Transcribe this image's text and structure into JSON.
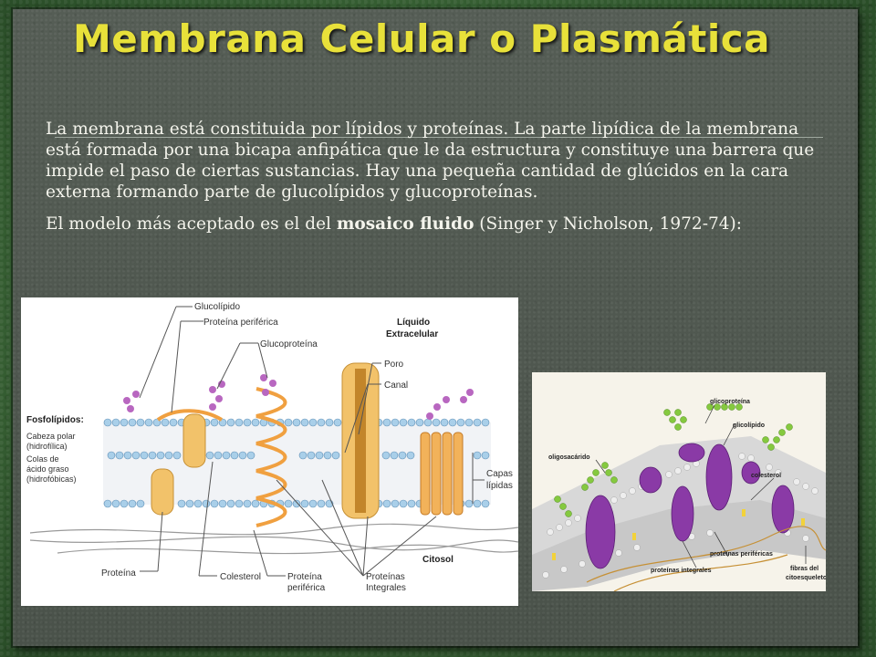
{
  "title": "Membrana Celular o Plasmática",
  "paragraph1": "La membrana está constituida por lípidos y proteínas. La parte lipídica de la membrana está formada por una bicapa anfipática que le da estructura y constituye una barrera que impide el paso de ciertas sustancias. Hay una pequeña cantidad de glúcidos en la cara externa formando parte de glucolípidos y glucoproteínas.",
  "paragraph2": {
    "before": "El modelo más aceptado es el del ",
    "bold": "mosaico fluido",
    "after": " (Singer y Nicholson, 1972-74):"
  },
  "figure1": {
    "labels": {
      "glucolipido": "Glucolípido",
      "proteina_periferica_top": "Proteína periférica",
      "glucoproteina": "Glucoproteína",
      "liquido_1": "Líquido",
      "liquido_2": "Extracelular",
      "poro": "Poro",
      "canal": "Canal",
      "fosfolipidos": "Fosfolípidos:",
      "cabeza_1": "Cabeza polar",
      "cabeza_2": "(hidrofílica)",
      "colas_1": "Colas de",
      "colas_2": "ácido graso",
      "colas_3": "(hidrofóbicas)",
      "capas_1": "Capas",
      "capas_2": "lípidas",
      "citosol": "Citosol",
      "proteina": "Proteína",
      "colesterol": "Colesterol",
      "prot_periferica_1": "Proteína",
      "prot_periferica_2": "periférica",
      "prot_integrales_1": "Proteínas",
      "prot_integrales_2": "Integrales"
    }
  },
  "figure2": {
    "labels": {
      "glicoproteina": "glicoproteína",
      "glicolipido": "glicolípido",
      "oligosacarido": "oligosacárido",
      "colesterol": "colesterol",
      "proteinas_perifericas": "proteínas periféricas",
      "proteinas_integrales": "proteínas integrales",
      "fibras_1": "fibras del",
      "fibras_2": "citoesqueleto"
    }
  },
  "colors": {
    "title": "#e8e13a",
    "text": "#f4f4ec",
    "protein": "#f2c26a",
    "glycan": "#b05ab0",
    "head": "#9ec7e8",
    "integral_protein": "#8a3aa6",
    "glyco_chain": "#7fc43a"
  }
}
